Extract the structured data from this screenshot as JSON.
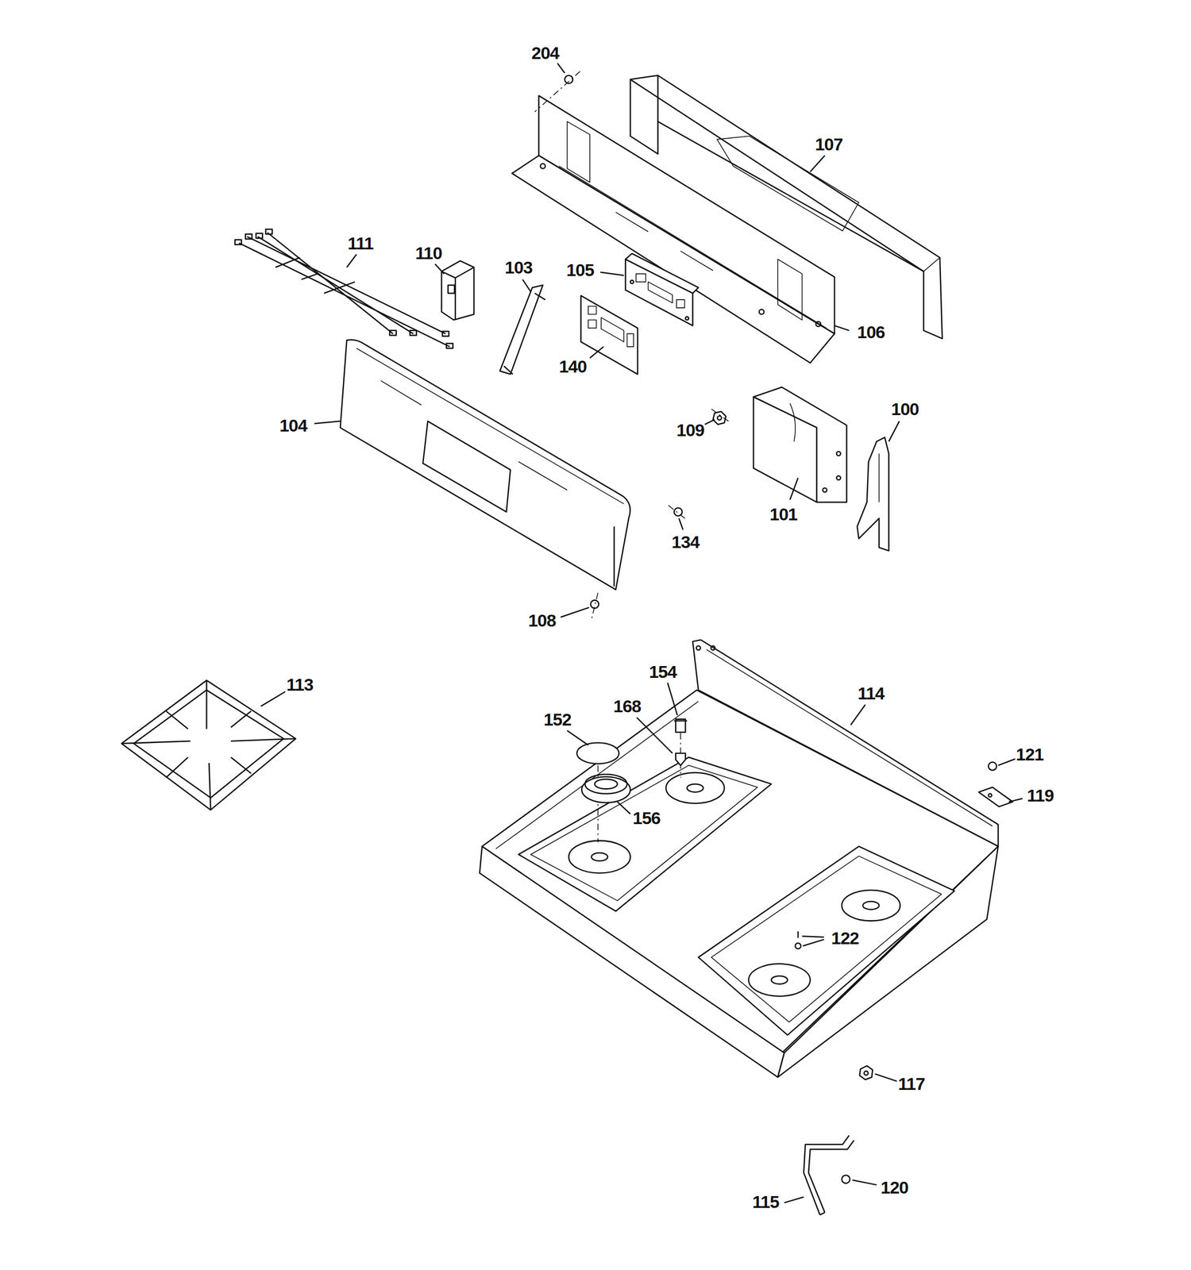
{
  "diagram": {
    "labels": [
      "204",
      "107",
      "111",
      "110",
      "103",
      "105",
      "106",
      "140",
      "100",
      "109",
      "104",
      "101",
      "134",
      "108",
      "113",
      "154",
      "114",
      "168",
      "152",
      "121",
      "119",
      "156",
      "122",
      "117",
      "120",
      "115"
    ]
  }
}
